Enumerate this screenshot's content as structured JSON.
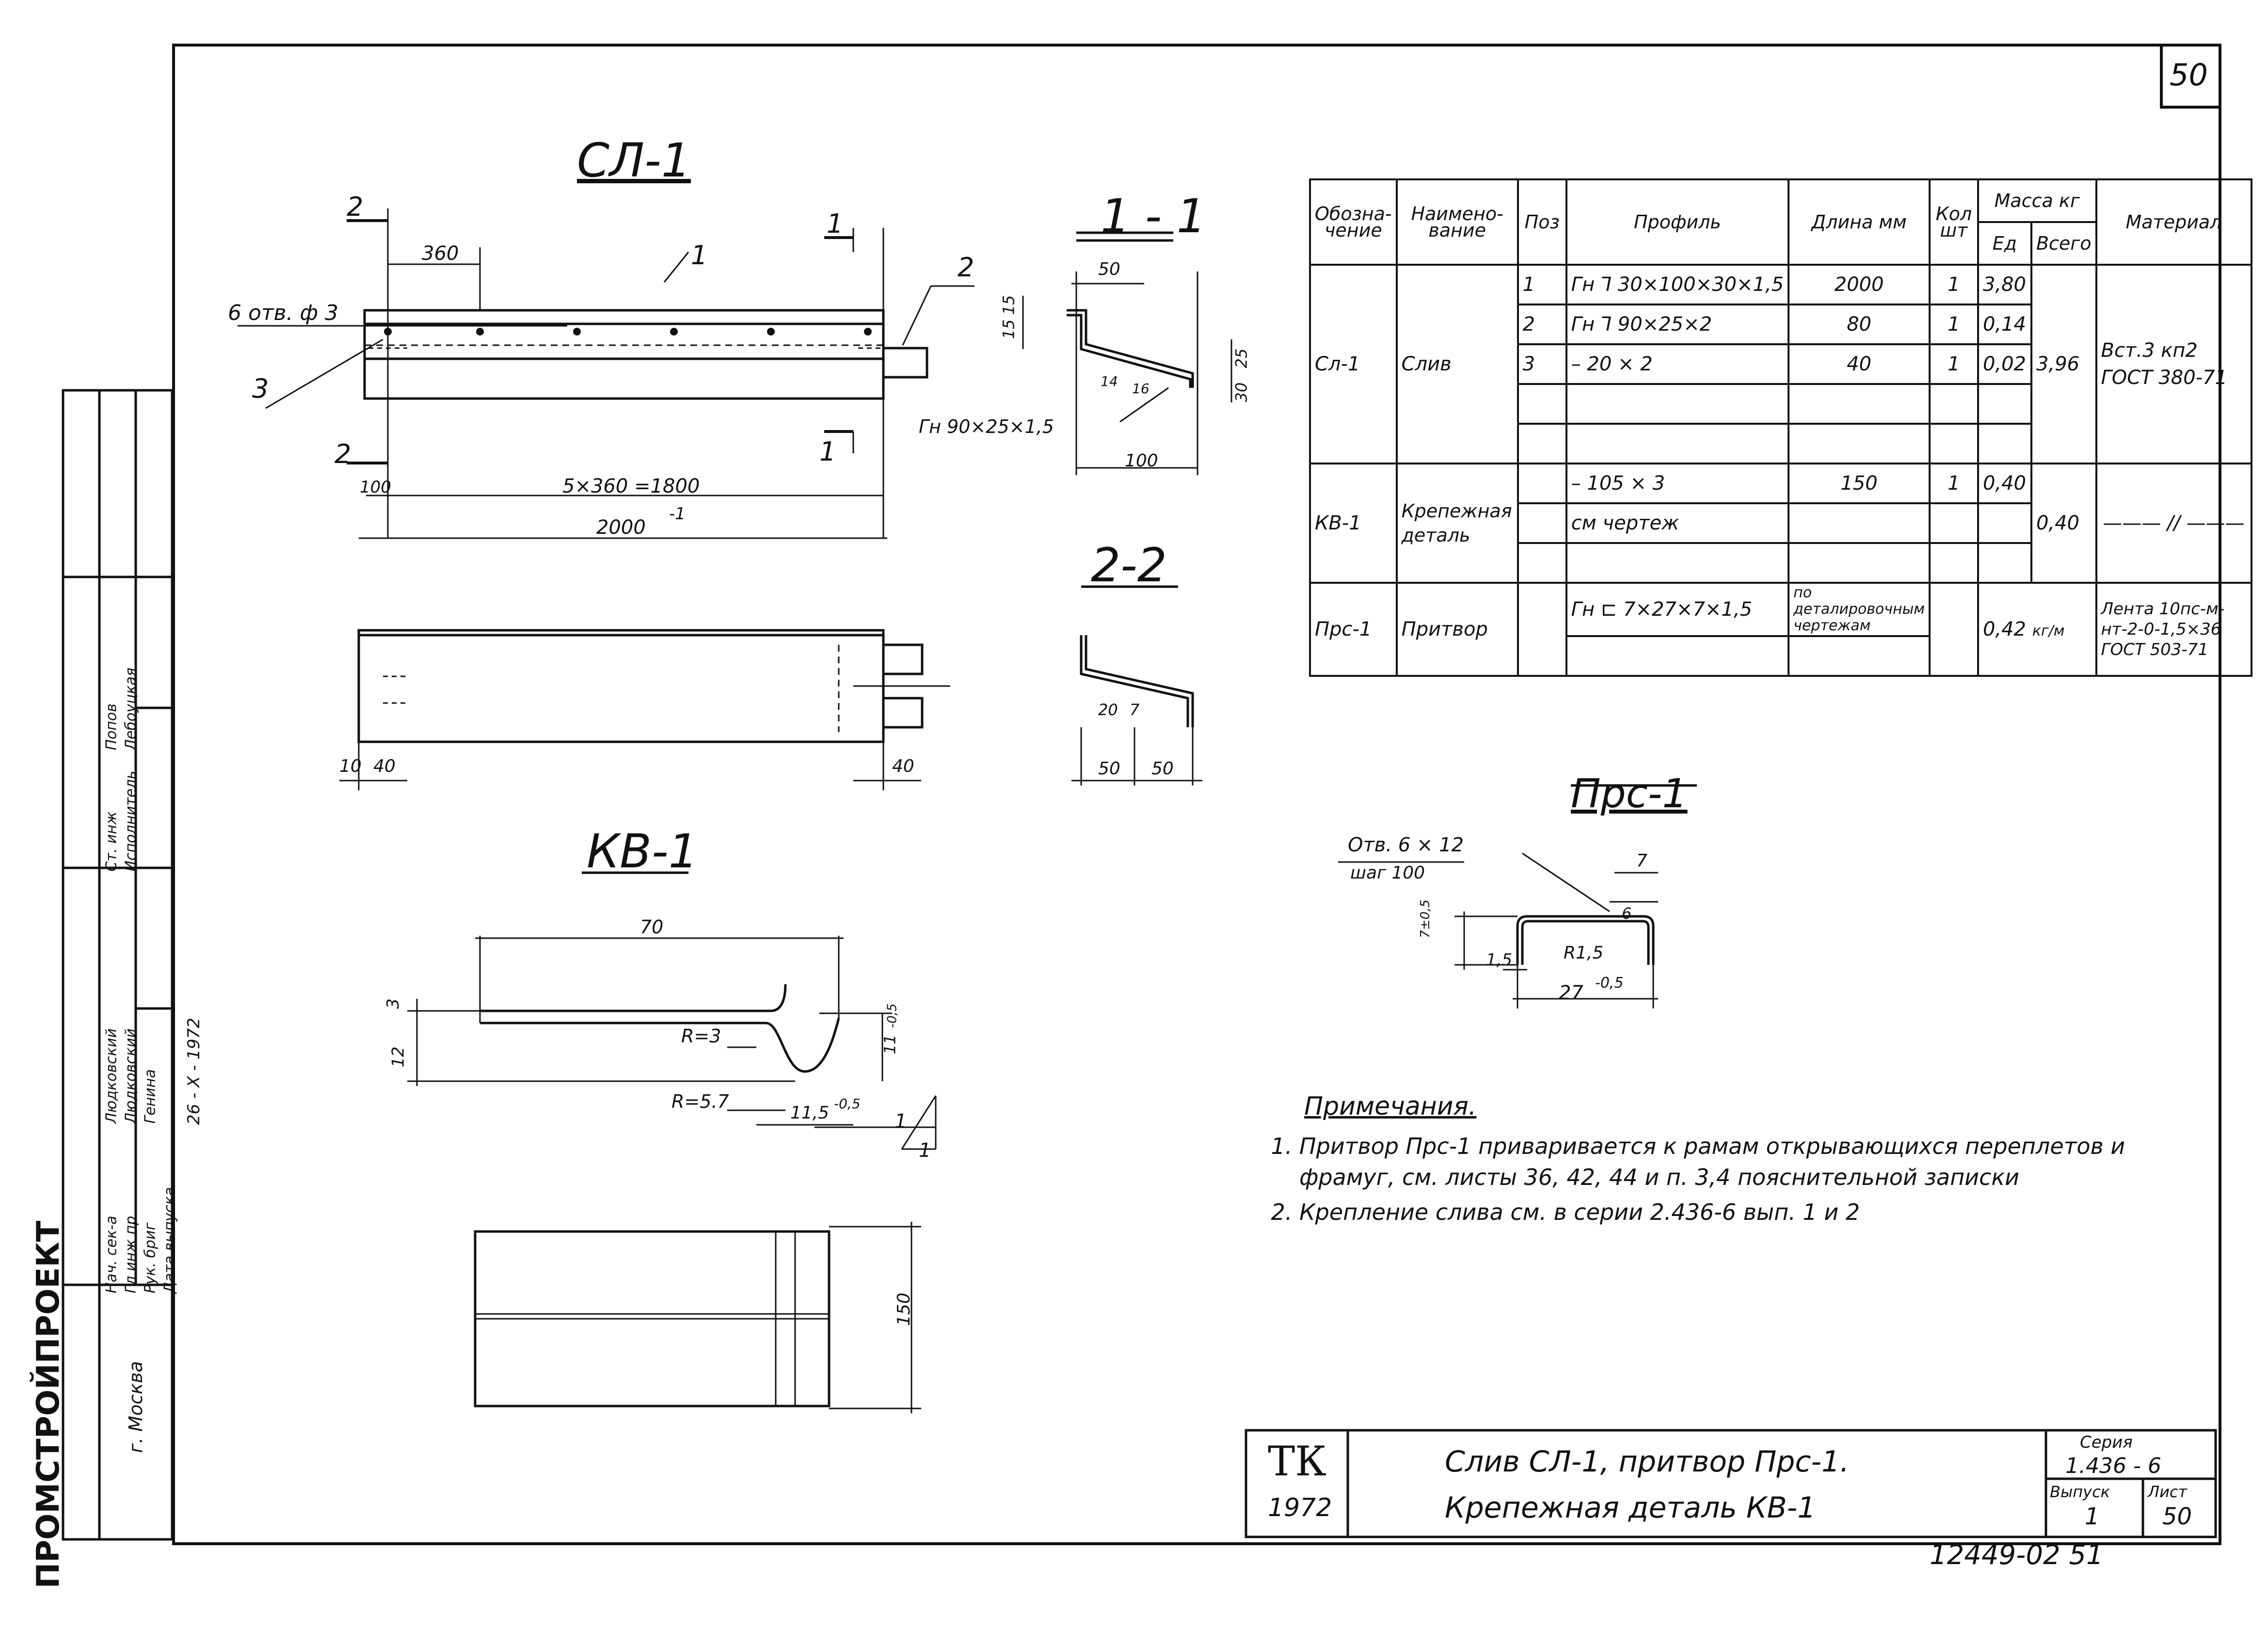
{
  "sheet_number": "50",
  "views": {
    "sl1_title": "СЛ-1",
    "s11_title": "1 - 1",
    "s22_title": "2-2",
    "kv1_title": "КВ-1",
    "prs1_title": "Прс-1"
  },
  "sl1": {
    "holes": "6 отв. ф 3",
    "dim_step": "360",
    "dim_span": "5×360 =1800",
    "dim_total": "2000",
    "dim_total_tol": "-1",
    "dim_left": "100",
    "pos1": "1",
    "pos2": "2",
    "pos3": "3",
    "cut1": "1",
    "cut2": "2",
    "plan_dim_10": "10",
    "plan_dim_40a": "40",
    "plan_dim_40b": "40"
  },
  "s11": {
    "d50": "50",
    "d15a": "15",
    "d15b": "15",
    "d30": "30",
    "d25": "25",
    "d14": "14",
    "d16": "16",
    "d100": "100",
    "profile": "Гн 90×25×1,5"
  },
  "s22": {
    "d20": "20",
    "d7": "7",
    "d50a": "50",
    "d50b": "50"
  },
  "kv1": {
    "d70": "70",
    "d3": "3",
    "d12": "12",
    "r3": "R=3",
    "r57": "R=5.7",
    "d115": "11,5",
    "d115_tol": "-0,5",
    "d11": "11",
    "d11_tol": "-0,5",
    "d150": "150",
    "slope_a": "1",
    "slope_b": "1"
  },
  "prs1": {
    "holes": "Отв. 6 × 12",
    "pitch": "шаг 100",
    "d7": "7",
    "d6": "6",
    "d7h": "7±0,5",
    "d15": "1,5",
    "r15": "R1,5",
    "d27": "27",
    "d27_tol": "-0,5"
  },
  "spec_table": {
    "headers": {
      "designation": "Обозна-чение",
      "name": "Наимено-вание",
      "pos": "Поз",
      "profile": "Профиль",
      "length": "Длина мм",
      "qty": "Кол шт",
      "mass": "Масса кг",
      "mass_unit": "Ед",
      "mass_total": "Всего",
      "material": "Материал"
    },
    "rows": [
      {
        "designation": "Сл-1",
        "name": "Слив",
        "total": "3,96",
        "material": "Вст.3 кп2 ГОСТ 380-71",
        "items": [
          {
            "pos": "1",
            "profile": "Гн ⅂ 30×100×30×1,5",
            "length": "2000",
            "qty": "1",
            "unit": "3,80"
          },
          {
            "pos": "2",
            "profile": "Гн ⅂ 90×25×2",
            "length": "80",
            "qty": "1",
            "unit": "0,14"
          },
          {
            "pos": "3",
            "profile": "– 20 × 2",
            "length": "40",
            "qty": "1",
            "unit": "0,02"
          }
        ]
      },
      {
        "designation": "КВ-1",
        "name": "Крепежная деталь",
        "total": "0,40",
        "material": "——— // ———",
        "items": [
          {
            "profile": "– 105 × 3",
            "length": "150",
            "qty": "1",
            "unit": "0,40"
          },
          {
            "profile": "см чертеж"
          }
        ]
      },
      {
        "designation": "Прс-1",
        "name": "Притвор",
        "profile": "Гн ⊏ 7×27×7×1,5",
        "length": "по деталировочным чертежам",
        "unit": "0,42",
        "unit_suffix": "кг/м",
        "material": "Лента 10пс-м-нт-2-0-1,5×36 ГОСТ 503-71"
      }
    ]
  },
  "notes": {
    "title": "Примечания.",
    "items": [
      "Притвор Прс-1 приваривается к рамам открывающихся переплетов и фрамуг, см. листы 36, 42, 44 и п. 3,4 пояснительной записки",
      "Крепление слива см. в серии 2.436-6 вып. 1 и 2"
    ]
  },
  "title_block": {
    "org_stamp": "ТК",
    "org_year": "1972",
    "line1": "Слив СЛ-1, притвор Прс-1.",
    "line2": "Крепежная деталь КВ-1",
    "series_label": "Серия",
    "series": "1.436 - 6",
    "issue_label": "Выпуск",
    "issue": "1",
    "sheet_label": "Лист",
    "sheet": "50",
    "footer": "12449-02  51"
  },
  "side_stamp": {
    "org": "ПРОМСТРОЙПРОЕКТ",
    "city": "г. Москва",
    "rows": [
      {
        "role": "Нач. сек-а",
        "name": "Людковский"
      },
      {
        "role": "Гл инж пр",
        "name": "Людковский"
      },
      {
        "role": "Рук. бриг",
        "name": "Генина"
      },
      {
        "role": "Дата выпуска",
        "name": "26 - X - 1972"
      },
      {
        "role": "Ст. инж",
        "name": "Попов"
      },
      {
        "role": "Исполнитель",
        "name": "Лебоуцкая"
      }
    ]
  }
}
